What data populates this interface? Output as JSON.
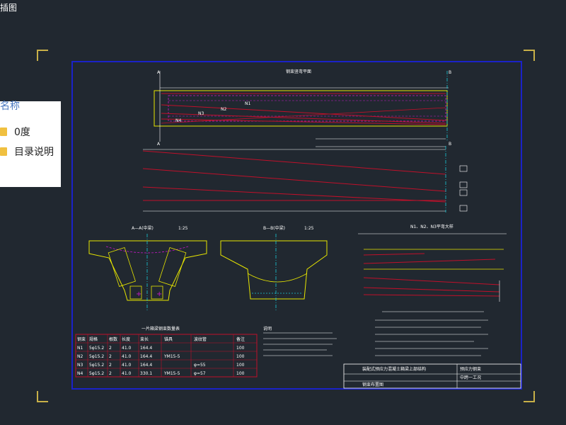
{
  "window": {
    "title_fragment": "插图"
  },
  "panel": {
    "header": "名称",
    "items": [
      {
        "label": "0度",
        "icon": "folder-icon"
      },
      {
        "label": "目录说明",
        "icon": "folder-icon"
      }
    ]
  },
  "drawing": {
    "plan_title": "钢束竖弯平面",
    "section_a_title": "A—A(中梁)",
    "section_b_title": "B—B(中梁)",
    "section_a_scale": "1:25",
    "section_b_scale": "1:25",
    "detail_title": "N1、N2、N3平弯大样",
    "table_title": "一片箱梁钢束数量表",
    "section_mark_a": "A",
    "section_mark_b": "B",
    "tendon_labels": [
      "N1",
      "N2",
      "N3",
      "N4"
    ],
    "table": {
      "headers": [
        "钢束",
        "规格",
        "根数",
        "长度",
        "束长",
        "锚具",
        "波纹管",
        "备注"
      ],
      "rows": [
        [
          "N1",
          "5φ15.2",
          "2",
          "41.0",
          "164.4",
          "",
          "",
          "100"
        ],
        [
          "N2",
          "5φ15.2",
          "2",
          "41.0",
          "164.4",
          "YM15-5",
          "",
          "100"
        ],
        [
          "N3",
          "5φ15.2",
          "2",
          "41.0",
          "164.4",
          "",
          "φ=55",
          "100"
        ],
        [
          "N4",
          "5φ15.2",
          "2",
          "41.0",
          "330.1",
          "YM15-5",
          "φ=57",
          "100"
        ]
      ]
    },
    "notes_title": "说明",
    "title_block": {
      "project": "装配式预应力混凝土箱梁上部结构",
      "drawing_name": "钢束布置图",
      "cell_a": "预应力钢束",
      "cell_b": "中跨一工况"
    },
    "colors": {
      "sheet_border": "#1a22c8",
      "tendon": "#c0102a",
      "concrete": "#e8e600",
      "centerline": "#18c8d8",
      "duct": "#c818c8",
      "corner": "#c8b048"
    }
  }
}
